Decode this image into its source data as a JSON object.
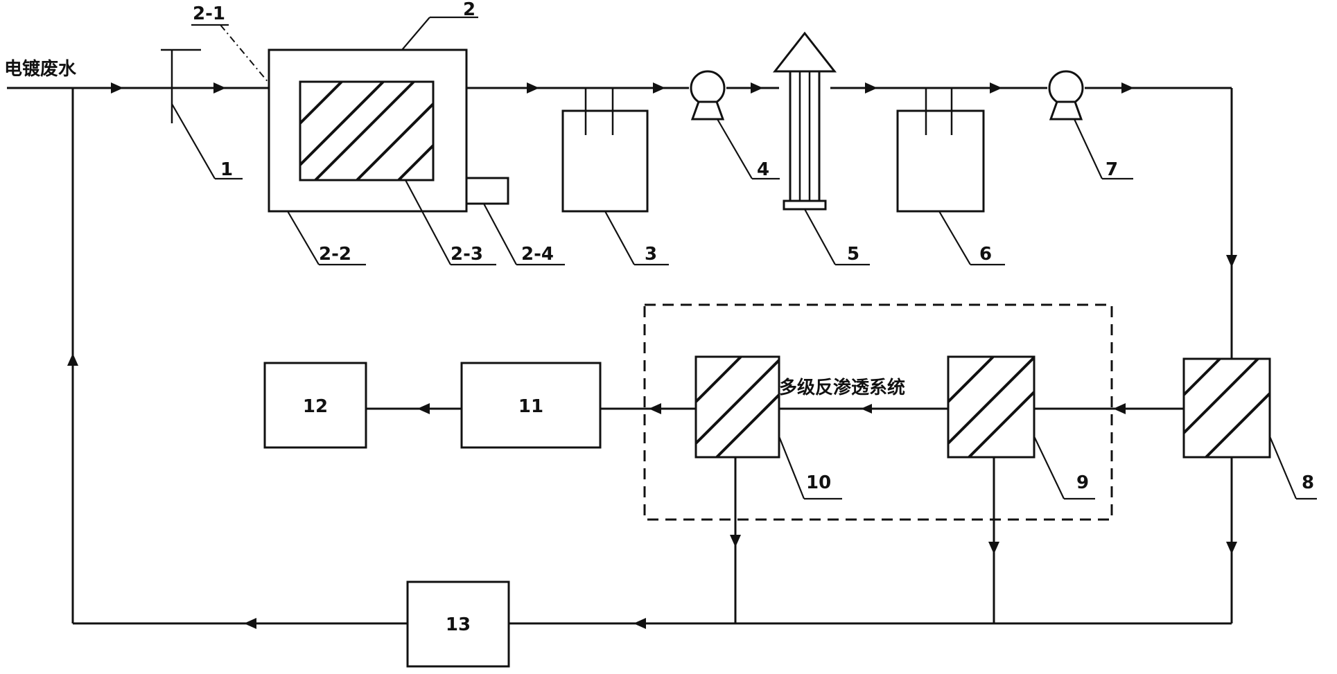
{
  "inlet_label": "电镀废水",
  "system_label": "多级反渗透系统",
  "labels": {
    "l1": "1",
    "l2": "2",
    "l2_1": "2-1",
    "l2_2": "2-2",
    "l2_3": "2-3",
    "l2_4": "2-4",
    "l3": "3",
    "l4": "4",
    "l5": "5",
    "l6": "6",
    "l7": "7",
    "l8": "8",
    "l9": "9",
    "l10": "10",
    "l11": "11",
    "l12": "12",
    "l13": "13"
  }
}
